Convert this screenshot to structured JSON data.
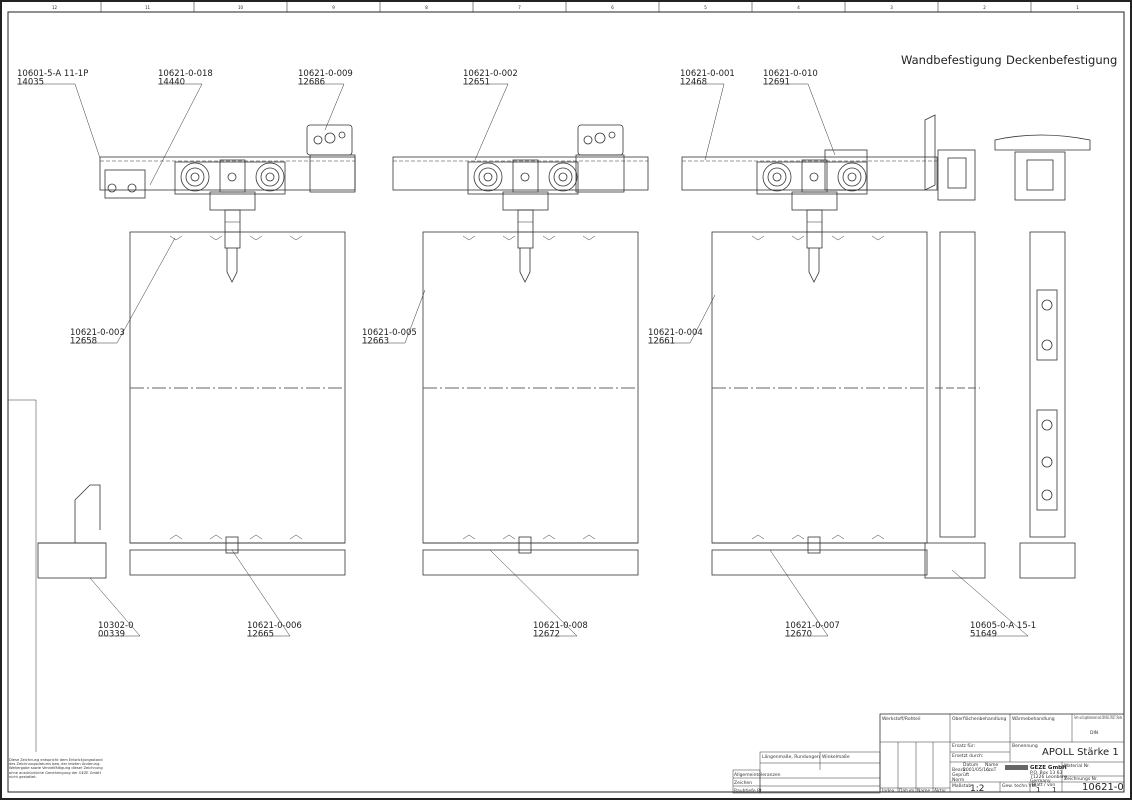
{
  "frame": {
    "columns": [
      "12",
      "11",
      "10",
      "9",
      "8",
      "7",
      "6",
      "5",
      "4",
      "3",
      "2",
      "1"
    ]
  },
  "views": {
    "wall_mount": "Wandbefestigung",
    "ceiling_mount": "Deckenbefestigung"
  },
  "callouts": [
    {
      "part": "10601-5-A  11-1P",
      "code": "14035"
    },
    {
      "part": "10621-0-018",
      "code": "14440"
    },
    {
      "part": "10621-0-009",
      "code": "12686"
    },
    {
      "part": "10621-0-002",
      "code": "12651"
    },
    {
      "part": "10621-0-001",
      "code": "12468"
    },
    {
      "part": "10621-0-010",
      "code": "12691"
    },
    {
      "part": "10621-0-003",
      "code": "12658"
    },
    {
      "part": "10621-0-005",
      "code": "12663"
    },
    {
      "part": "10621-0-004",
      "code": "12661"
    },
    {
      "part": "10302-0",
      "code": "00339"
    },
    {
      "part": "10621-0-006",
      "code": "12665"
    },
    {
      "part": "10621-0-008",
      "code": "12672"
    },
    {
      "part": "10621-0-007",
      "code": "12670"
    },
    {
      "part": "10605-0-A  15-1",
      "code": "51649"
    }
  ],
  "title_block": {
    "material_label": "Werkstoff/Rohteil",
    "surface_label": "Oberflächenbehandlung",
    "heat_label": "Wärmebehandlung",
    "tolerance_note": "Form- und Lagetoleranzen nach DIN ISO 2768 T1 Reihe",
    "tolerance_value": "DIN",
    "replaces_label": "Ersatz für:",
    "replaced_by_label": "Ersetzt durch:",
    "designation_label": "Benennung",
    "designation": "APOLL Stärke 1",
    "date_label": "Datum",
    "name_label": "Name",
    "drawn_label": "Bearb.",
    "drawn_date": "2001/05/16",
    "drawn_name": "czoT",
    "checked_label": "Geprüft",
    "norm_label": "Norm",
    "company": "GEZE GmbH",
    "address": [
      "P.O. Box 13 63",
      "71226 Leonberg",
      "Germany"
    ],
    "material_no_label": "Material Nr.",
    "scale_label": "Maßstab",
    "scale": "1:2",
    "weight_label": "Gew. techn.Vkt.",
    "sheet_label": "Blatt / von",
    "sheet": "1",
    "sheets": "1",
    "drawing_no_label": "Zeichnungs Nr.",
    "drawing_no": "10621-0",
    "revision_headers": [
      "Index",
      "Datum",
      "Name",
      "Aktnr."
    ]
  },
  "tolerance_table": {
    "title_left": "Längenmaße, Rundungen",
    "title_right": "Winkelmaße",
    "rows": [
      "Allgemeintoleranzen",
      "Zeichen",
      "Rauhtiefe Rt"
    ]
  },
  "copyright_note": "Diese Zeichnung entspricht dem Entwicklungsstand des Zeichnungsdatums bzw. der letzten Änderung. Weitergabe sowie Vervielfältigung dieser Zeichnung ohne ausdrückliche Genehmigung der GEZE GmbH nicht gestattet."
}
